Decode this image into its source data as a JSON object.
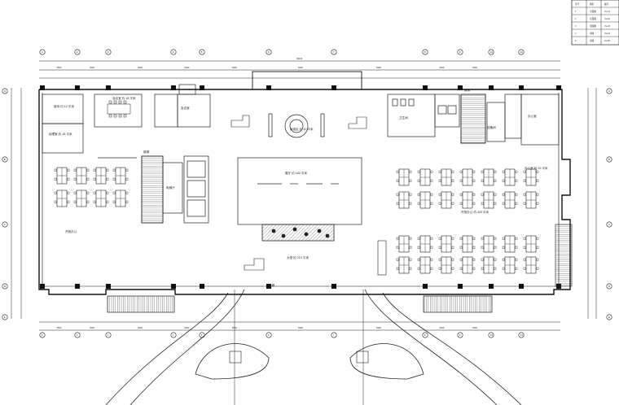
{
  "title_block": {
    "rows": [
      [
        "序号",
        "图名",
        "编号"
      ],
      [
        "1",
        "平面图",
        "JS-01"
      ],
      [
        "2",
        "立面图",
        "JS-02"
      ],
      [
        "3",
        "剖面图",
        "JS-03"
      ],
      [
        "4",
        "详图",
        "JS-04"
      ],
      [
        "5",
        "详图",
        "JS-05"
      ]
    ]
  },
  "overall_dimension": "69100",
  "top_dimensions": [
    "4500",
    "4500",
    "8400",
    "8400",
    "8400",
    "8400",
    "8400",
    "8400",
    "4500"
  ],
  "bottom_dimensions": [
    "4500",
    "4500",
    "8400",
    "8400",
    "8400",
    "8400",
    "8400",
    "8400",
    "4500"
  ],
  "axis_labels_top": [
    "1",
    "2",
    "3",
    "4",
    "5",
    "6",
    "7",
    "8",
    "9",
    "10",
    "11"
  ],
  "axis_labels_side": [
    "A",
    "B",
    "C",
    "D",
    "E"
  ],
  "rooms": {
    "meeting_small": "会议室 约 18 平米",
    "meeting_large": "会议室",
    "manager_office": "经理室 约 16 平米",
    "reception_left": "接待 约 12 平米",
    "open_office_left": "开放办公",
    "stair_left": "楼梯",
    "elevator_lobby": "电梯厅",
    "lounge": "休息区 约 40 平米",
    "exhibition": "展厅 约 160 平米",
    "lobby": "大堂 约 210 平米",
    "restroom": "卫生间",
    "stair_right": "楼梯",
    "equipment": "设备间",
    "office_right_top": "办公室",
    "office_right_mid": "办公室 约 20 平米",
    "open_office_right": "开放办公 约 420 平米",
    "corridor": "走廊"
  },
  "colors": {
    "line": "#1a1a1a",
    "hatch": "#555555"
  }
}
